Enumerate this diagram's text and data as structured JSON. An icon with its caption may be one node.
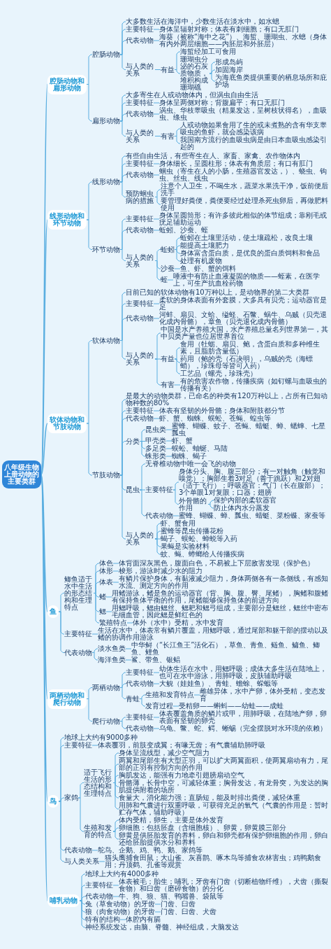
{
  "diagram": {
    "nodes": [
      {
        "text": [
          "八年级生物上册动物的主要类群"
        ]
      },
      {
        "text": [
          "腔肠动物和扁形动物"
        ]
      },
      {
        "text": [
          "腔肠动物"
        ]
      },
      {
        "text": [
          "大多数生活在海洋中，少数生活在淡水中，如水螅"
        ]
      },
      {
        "text": [
          "主要特征"
        ]
      },
      {
        "text": [
          "身体呈辐射对称；体表有刺细胞；有口无肛门"
        ]
      },
      {
        "text": [
          "代表动物"
        ]
      },
      {
        "text": [
          "海葵（被称“海中之花”）、海蜇、珊瑚虫、水螅（身体有内外两层细胞——内胚层和外胚层）"
        ]
      },
      {
        "text": [
          "与人类的关系"
        ]
      },
      {
        "text": [
          "有益"
        ]
      },
      {
        "text": [
          "海蜇经加工可食用"
        ]
      },
      {
        "text": [
          "珊瑚虫分泌的石灰质物质，堆积构成珊瑚礁"
        ]
      },
      {
        "text": [
          "形成岛屿"
        ]
      },
      {
        "text": [
          "加固海岸"
        ]
      },
      {
        "text": [
          "为海底鱼类提供重要的栖息场所和庇护场"
        ]
      },
      {
        "text": [
          "扁形动物"
        ]
      },
      {
        "text": [
          "大多寄生在人或动物体内，但涡虫自由生活"
        ]
      },
      {
        "text": [
          "主要特征"
        ]
      },
      {
        "text": [
          "身体呈两侧对称；背腹扁平；有口无肛门"
        ]
      },
      {
        "text": [
          "代表动物"
        ]
      },
      {
        "text": [
          "涡虫、华枝睾吸虫（精巢发达，呈树枝状得名），血吸虫、绦虫"
        ]
      },
      {
        "text": [
          "与人类的关系"
        ]
      },
      {
        "text": [
          "有害"
        ]
      },
      {
        "text": [
          "人或动物如果食用了生的或未煮熟的含有华支睾吸虫的鱼虾，就会感染该病"
        ]
      },
      {
        "text": [
          "我国南方流行的血吸虫病是由日本血吸虫感染引起的"
        ]
      },
      {
        "text": [
          "线形动物和环节动物"
        ]
      },
      {
        "text": [
          "线形动物"
        ]
      },
      {
        "text": [
          "有些自由生活，有些寄生在人、家畜、家禽、农作物体内"
        ]
      },
      {
        "text": [
          "主要特征"
        ]
      },
      {
        "text": [
          "身体细长，呈圆柱形；体表有角质层；有口有肛门"
        ]
      },
      {
        "text": [
          "代表动物"
        ]
      },
      {
        "text": [
          "蛔虫（寄生在人的小肠，生殖器官发达，）、蛲虫、钩虫、丝虫、线虫"
        ]
      },
      {
        "text": [
          "预防蛔虫病的措施"
        ]
      },
      {
        "text": [
          "注意个人卫生，不喝生水，蔬菜水果洗干净，饭前便后洗手"
        ]
      },
      {
        "text": [
          "要管理好粪便，粪便要经过处理杀死虫卵后，再做肥料使用"
        ]
      },
      {
        "text": [
          "环节动物"
        ]
      },
      {
        "text": [
          "主要特征"
        ]
      },
      {
        "text": [
          "身体呈圆筒形；有许多彼此相似的体节组成；靠刚毛或疣足辅助运动"
        ]
      },
      {
        "text": [
          "代表动物"
        ]
      },
      {
        "text": [
          "蚯蚓、沙蚕、蛭"
        ]
      },
      {
        "text": [
          "与人类的关系"
        ]
      },
      {
        "text": [
          "蚯蚓"
        ]
      },
      {
        "text": [
          "蚯蚓在土壤里活动，使土壤疏松，改良土壤"
        ]
      },
      {
        "text": [
          "能提高土壤肥力"
        ]
      },
      {
        "text": [
          "身体富含蛋白质，是优良的蛋白质饲料和食品"
        ]
      },
      {
        "text": [
          "处理有机废物"
        ]
      },
      {
        "text": [
          "沙蚕"
        ]
      },
      {
        "text": [
          "鱼、虾、蟹的饵料"
        ]
      },
      {
        "text": [
          "蛭"
        ]
      },
      {
        "text": [
          "唾液中有防止血液凝固的物质——蛭素，在医学上，可生产抗血栓药物"
        ]
      },
      {
        "text": [
          "软体动物和节肢动物"
        ]
      },
      {
        "text": [
          "软体动物"
        ]
      },
      {
        "text": [
          "目前已知的软体动物有10万种以上，是动物界的第二大类群"
        ]
      },
      {
        "text": [
          "主要特征"
        ]
      },
      {
        "text": [
          "柔软的身体表面有外套膜，大多具有贝壳；运动器官是足"
        ]
      },
      {
        "text": [
          "代表动物"
        ]
      },
      {
        "text": [
          "河蚌、扇贝、文蛤、缢蛏、石鳖、蜗牛、乌贼（贝壳退化成内骨骼），章鱼（贝壳退化成内骨骼）"
        ]
      },
      {
        "text": [
          "与人类的关系"
        ]
      },
      {
        "text": [
          "中国是水产养殖大国，水产养殖总量名列世界第一，其中贝类产量也位居世界首位"
        ]
      },
      {
        "text": [
          "有益"
        ]
      },
      {
        "text": [
          "食用（牡蛎、扇贝、鲍，含蛋白质和多种维生素，且脂肪含量低）"
        ]
      },
      {
        "text": [
          "药用（鲍的壳（石决明），乌贼的壳（海螵蛸），珍珠母等皆可入药）"
        ]
      },
      {
        "text": [
          "工艺品（螺壳，珍珠壳）"
        ]
      },
      {
        "text": [
          "有害"
        ]
      },
      {
        "text": [
          "有的危害农作物，传播疾病（如钉螺与血吸虫的传播有关）"
        ]
      },
      {
        "text": [
          "节肢动物"
        ]
      },
      {
        "text": [
          "是最大的动物类群，已命名的种类有120万种以上，占所有已知动物种数的80%"
        ]
      },
      {
        "text": [
          "主要特征"
        ]
      },
      {
        "text": [
          "体表有坚韧的外骨骼；身体和附肢都分节"
        ]
      },
      {
        "text": [
          "代表动物"
        ]
      },
      {
        "text": [
          "虾、蟹、蜘蛛、蜈蚣、苍蝇、蝗虫等"
        ]
      },
      {
        "text": [
          "分类"
        ]
      },
      {
        "text": [
          "昆虫类"
        ]
      },
      {
        "text": [
          "蜜蜂、蝴蝶、蚊子、苍蝇、蜻蜓、蝉、蟋蟀、七星瓢虫"
        ]
      },
      {
        "text": [
          "甲壳类"
        ]
      },
      {
        "text": [
          "虾、蟹"
        ]
      },
      {
        "text": [
          "多足类"
        ]
      },
      {
        "text": [
          "蜈蚣、蚰蜒、马陆"
        ]
      },
      {
        "text": [
          "蛛形类"
        ]
      },
      {
        "text": [
          "蜘蛛、蝎子"
        ]
      },
      {
        "text": [
          "昆虫"
        ]
      },
      {
        "text": [
          "无脊椎动物中唯一会飞的动物"
        ]
      },
      {
        "text": [
          "主要特征"
        ]
      },
      {
        "text": [
          "身体分头、胸、腹三部分；有一对触角（触觉和嗅觉）；胸部生着3对足（善于跳跃）和2对翅（适于飞行）；呼吸器官：气门（长在腹部）；3个单眼1对复眼；口器；翅膀"
        ]
      },
      {
        "text": [
          "外骨骼的作用"
        ]
      },
      {
        "text": [
          "保护内部的柔软器官"
        ]
      },
      {
        "text": [
          "防止体内水分蒸发"
        ]
      },
      {
        "text": [
          "代表动物"
        ]
      },
      {
        "text": [
          "蜜蜂、蝴蝶、蝉、瓢虫、蜻蜓、菜粉蝶、家蚕等"
        ]
      },
      {
        "text": [
          "与人类的关系"
        ]
      },
      {
        "text": [
          "虾、蟹食用"
        ]
      },
      {
        "text": [
          "蜜蜂等昆虫传播花粉"
        ]
      },
      {
        "text": [
          "蝎子、蜈蚣、蝉蜕等入药"
        ]
      },
      {
        "text": [
          "果蝇是实验材料"
        ]
      },
      {
        "text": [
          "蚊、蝇、蟑螂给人传播疾病"
        ]
      },
      {
        "text": [
          "鱼"
        ]
      },
      {
        "text": [
          "鲫鱼适于水中生活的形态结构和生理特点"
        ]
      },
      {
        "text": [
          "体色"
        ]
      },
      {
        "text": [
          "体背面深灰黑色，腹面白色，不易被上下层敌害发现（保护色）"
        ]
      },
      {
        "text": [
          "体形"
        ]
      },
      {
        "text": [
          "梭形，游泳时减少水的阻力"
        ]
      },
      {
        "text": [
          "体表"
        ]
      },
      {
        "text": [
          "有鳞片保护身体，有黏液减少阻力，身体两侧各有一条侧线，有感知水流、测定方向的作用"
        ]
      },
      {
        "text": [
          "鳍"
        ]
      },
      {
        "text": [
          "用鳍游泳，鳍是鱼的运动器官（背、胸、腹、臀、尾鳍），胸鳍和腹鳍有保持鱼体平衡的作用，尾鳍能够保持鱼体的前进方向"
        ]
      },
      {
        "text": [
          "鳃"
        ]
      },
      {
        "text": [
          "用鳃呼吸，鳃由鳃丝、鳃耙和鳃弓组成，主要部分是鳃丝，鳃丝中密布毛细血管，因此鳃是鲜红色的"
        ]
      },
      {
        "text": [
          "繁殖特点"
        ]
      },
      {
        "text": [
          "体外（水中）受精，水中发育"
        ]
      },
      {
        "text": [
          "主要特征"
        ]
      },
      {
        "text": [
          "生活在水中，体表常有鳞片覆盖，用鳃呼吸，通过尾部和躯干部的摆动以及鳍的协调作用游泳"
        ]
      },
      {
        "text": [
          "代表动物"
        ]
      },
      {
        "text": [
          "淡水鱼类"
        ]
      },
      {
        "text": [
          "中华鲟（“长江鱼王”活化石），草鱼、青鱼、鲢鱼、鳙鱼、鲫鱼、鲤鱼"
        ]
      },
      {
        "text": [
          "海洋鱼类"
        ]
      },
      {
        "text": [
          "鲨、带鱼、银鲳"
        ]
      },
      {
        "text": [
          "两栖动物和爬行动物"
        ]
      },
      {
        "text": [
          "两栖动物"
        ]
      },
      {
        "text": [
          "主要特征"
        ]
      },
      {
        "text": [
          "幼体生活在水中，用鳃呼吸；成体大多生活在陆地上，也可在水中游泳，用肺呼吸，皮肤辅助呼吸"
        ]
      },
      {
        "text": [
          "代表动物"
        ]
      },
      {
        "text": [
          "大鲵（娃娃鱼）、青蛙、蟾蜍、蝾螈等"
        ]
      },
      {
        "text": [
          "青蛙"
        ]
      },
      {
        "text": [
          "生殖和发育特点"
        ]
      },
      {
        "text": [
          "雌雄异体，水中产卵，体外受精，变态发育"
        ]
      },
      {
        "text": [
          "发育过程"
        ]
      },
      {
        "text": [
          "受精卵——蝌蚪——幼蛙——成蛙"
        ]
      },
      {
        "text": [
          "爬行动物"
        ]
      },
      {
        "text": [
          "主要特征"
        ]
      },
      {
        "text": [
          "体表覆盖角质的鳞片或甲，用肺呼吸，在陆地产卵，卵表面有坚韧的卵壳"
        ]
      },
      {
        "text": [
          "代表动物"
        ]
      },
      {
        "text": [
          "乌龟、鳖、蛇、鳄、蜥蜴（完全摆脱对水环境的依赖）"
        ]
      },
      {
        "text": [
          "鸟"
        ]
      },
      {
        "text": [
          "地球上大约有9000多种"
        ]
      },
      {
        "text": [
          "主要特征"
        ]
      },
      {
        "text": [
          "体表覆羽，前肢变成翼；有喙无齿；有气囊辅助肺呼吸"
        ]
      },
      {
        "text": [
          "家鸽"
        ]
      },
      {
        "text": [
          "适于飞行生活的形态结构和生理特点"
        ]
      },
      {
        "text": [
          "身体呈流线型，减少空气阻力"
        ]
      },
      {
        "text": [
          "两翼和尾部生有大型正羽，可以扩大两翼面积，使两翼扇动有力，尾部的正羽有控制方向的作用"
        ]
      },
      {
        "text": [
          "胸肌发达，能强有力地牵引翅膀扇动空气"
        ]
      },
      {
        "text": [
          "骨骼薄，长骨中空，可减轻体重；胸骨发达，有龙骨突，为发达的胸肌提供附着的场所"
        ]
      },
      {
        "text": [
          "食量大，消化能力强；直肠短，能及时排出粪便，减轻体重"
        ]
      },
      {
        "text": [
          "用肺和气囊进行双重呼吸，可获得充足的氧气（气囊的作用是：暂时贮存气体，辅助呼吸）"
        ]
      },
      {
        "text": [
          "生殖和发育的特点"
        ]
      },
      {
        "text": [
          "体内受精，卵生，主要是体外发育"
        ]
      },
      {
        "text": [
          "卵细胞：包括胚盘（含细胞核）、卵黄，卵黄膜三部分"
        ]
      },
      {
        "text": [
          "卵黄是供胚胎发育的养料，卵白和卵壳都有保护卵细胞的作用，卵白还给胚胎提供水分和养料"
        ]
      },
      {
        "text": [
          "代表动物"
        ]
      },
      {
        "text": [
          "鸵鸟、企鹅、鸡、鸭、鹅、家鸽等"
        ]
      },
      {
        "text": [
          "与人类关系"
        ]
      },
      {
        "text": [
          "猫头鹰捕食田鼠；大山雀、灰喜鹊、啄木鸟等捕食农林害虫；鸡鸭鹅食用；丹顶鹤、孔雀等观赏"
        ]
      },
      {
        "text": [
          "哺乳动物"
        ]
      },
      {
        "text": [
          "地球上大约有4000多种"
        ]
      },
      {
        "text": [
          "主要特征"
        ]
      },
      {
        "text": [
          "体表被毛；胎生；哺乳；牙齿有门齿（切断植物纤维），犬齿（撕裂食物）和臼齿（磨碎食物）的分化"
        ]
      },
      {
        "text": [
          "代表动物"
        ]
      },
      {
        "text": [
          "牛、狗、狼、猫、鸭嘴兽、袋鼠等"
        ]
      },
      {
        "text": [
          "兔（草食动物）的牙齿"
        ]
      },
      {
        "text": [
          "门齿、臼齿"
        ]
      },
      {
        "text": [
          "狼（肉食动物）的牙齿"
        ]
      },
      {
        "text": [
          "门齿、臼齿、犬齿"
        ]
      },
      {
        "text": [
          "特有的结构"
        ]
      },
      {
        "text": [
          "体腔内有膈"
        ]
      },
      {
        "text": [
          "神经系统发达，由脑、脊髓、神经组成，大脑发达"
        ]
      }
    ],
    "edges": [
      {
        "from": 0,
        "to": 1,
        "arrow": "none"
      },
      {
        "from": 1,
        "to": 2,
        "arrow": "none"
      },
      {
        "from": 2,
        "to": 3,
        "arrow": "none"
      },
      {
        "from": 2,
        "to": 4,
        "arrow": "none"
      },
      {
        "from": 4,
        "to": 5,
        "arrow": "none"
      },
      {
        "from": 2,
        "to": 6,
        "arrow": "none"
      },
      {
        "from": 6,
        "to": 7,
        "arrow": "none"
      },
      {
        "from": 2,
        "to": 8,
        "arrow": "none"
      },
      {
        "from": 8,
        "to": 9,
        "arrow": "none"
      },
      {
        "from": 9,
        "to": 10,
        "arrow": "none"
      },
      {
        "from": 9,
        "to": 11,
        "arrow": "none"
      },
      {
        "from": 11,
        "to": 12,
        "arrow": "none"
      },
      {
        "from": 11,
        "to": 13,
        "arrow": "none"
      },
      {
        "from": 11,
        "to": 14,
        "arrow": "none"
      },
      {
        "from": 1,
        "to": 15,
        "arrow": "none"
      },
      {
        "from": 15,
        "to": 16,
        "arrow": "none"
      },
      {
        "from": 15,
        "to": 17,
        "arrow": "none"
      },
      {
        "from": 17,
        "to": 18,
        "arrow": "none"
      },
      {
        "from": 15,
        "to": 19,
        "arrow": "none"
      },
      {
        "from": 19,
        "to": 20,
        "arrow": "none"
      },
      {
        "from": 15,
        "to": 21,
        "arrow": "none"
      },
      {
        "from": 21,
        "to": 22,
        "arrow": "none"
      },
      {
        "from": 22,
        "to": 23,
        "arrow": "none"
      },
      {
        "from": 22,
        "to": 24,
        "arrow": "none"
      },
      {
        "from": 0,
        "to": 25,
        "arrow": "none"
      },
      {
        "from": 25,
        "to": 26,
        "arrow": "none"
      },
      {
        "from": 26,
        "to": 27,
        "arrow": "none"
      },
      {
        "from": 26,
        "to": 28,
        "arrow": "none"
      },
      {
        "from": 28,
        "to": 29,
        "arrow": "none"
      },
      {
        "from": 26,
        "to": 30,
        "arrow": "none"
      },
      {
        "from": 30,
        "to": 31,
        "arrow": "none"
      },
      {
        "from": 26,
        "to": 32,
        "arrow": "none"
      },
      {
        "from": 32,
        "to": 33,
        "arrow": "none"
      },
      {
        "from": 32,
        "to": 34,
        "arrow": "none"
      },
      {
        "from": 25,
        "to": 35,
        "arrow": "none"
      },
      {
        "from": 35,
        "to": 36,
        "arrow": "none"
      },
      {
        "from": 36,
        "to": 37,
        "arrow": "none"
      },
      {
        "from": 35,
        "to": 38,
        "arrow": "none"
      },
      {
        "from": 38,
        "to": 39,
        "arrow": "none"
      },
      {
        "from": 35,
        "to": 40,
        "arrow": "none"
      },
      {
        "from": 40,
        "to": 41,
        "arrow": "none"
      },
      {
        "from": 41,
        "to": 42,
        "arrow": "none"
      },
      {
        "from": 41,
        "to": 43,
        "arrow": "none"
      },
      {
        "from": 41,
        "to": 44,
        "arrow": "none"
      },
      {
        "from": 41,
        "to": 45,
        "arrow": "none"
      },
      {
        "from": 40,
        "to": 46,
        "arrow": "none"
      },
      {
        "from": 46,
        "to": 47,
        "arrow": "none"
      },
      {
        "from": 40,
        "to": 48,
        "arrow": "none"
      },
      {
        "from": 48,
        "to": 49,
        "arrow": "none"
      },
      {
        "from": 0,
        "to": 50,
        "arrow": "none"
      },
      {
        "from": 50,
        "to": 51,
        "arrow": "none"
      },
      {
        "from": 51,
        "to": 52,
        "arrow": "none"
      },
      {
        "from": 51,
        "to": 53,
        "arrow": "none"
      },
      {
        "from": 53,
        "to": 54,
        "arrow": "none"
      },
      {
        "from": 51,
        "to": 55,
        "arrow": "none"
      },
      {
        "from": 55,
        "to": 56,
        "arrow": "none"
      },
      {
        "from": 51,
        "to": 57,
        "arrow": "none"
      },
      {
        "from": 57,
        "to": 58,
        "arrow": "none"
      },
      {
        "from": 57,
        "to": 59,
        "arrow": "none"
      },
      {
        "from": 59,
        "to": 60,
        "arrow": "none"
      },
      {
        "from": 59,
        "to": 61,
        "arrow": "none"
      },
      {
        "from": 59,
        "to": 62,
        "arrow": "none"
      },
      {
        "from": 57,
        "to": 63,
        "arrow": "none"
      },
      {
        "from": 63,
        "to": 64,
        "arrow": "none"
      },
      {
        "from": 50,
        "to": 65,
        "arrow": "none"
      },
      {
        "from": 65,
        "to": 66,
        "arrow": "none"
      },
      {
        "from": 65,
        "to": 67,
        "arrow": "none"
      },
      {
        "from": 67,
        "to": 68,
        "arrow": "none"
      },
      {
        "from": 65,
        "to": 69,
        "arrow": "none"
      },
      {
        "from": 69,
        "to": 70,
        "arrow": "none"
      },
      {
        "from": 65,
        "to": 71,
        "arrow": "none"
      },
      {
        "from": 71,
        "to": 72,
        "arrow": "none"
      },
      {
        "from": 72,
        "to": 73,
        "arrow": "none"
      },
      {
        "from": 71,
        "to": 74,
        "arrow": "none"
      },
      {
        "from": 74,
        "to": 75,
        "arrow": "none"
      },
      {
        "from": 71,
        "to": 76,
        "arrow": "none"
      },
      {
        "from": 76,
        "to": 77,
        "arrow": "none"
      },
      {
        "from": 71,
        "to": 78,
        "arrow": "none"
      },
      {
        "from": 78,
        "to": 79,
        "arrow": "none"
      },
      {
        "from": 65,
        "to": 80,
        "arrow": "none"
      },
      {
        "from": 80,
        "to": 81,
        "arrow": "none"
      },
      {
        "from": 80,
        "to": 82,
        "arrow": "none"
      },
      {
        "from": 82,
        "to": 83,
        "arrow": "none"
      },
      {
        "from": 82,
        "to": 84,
        "arrow": "none"
      },
      {
        "from": 84,
        "to": 85,
        "arrow": "none"
      },
      {
        "from": 84,
        "to": 86,
        "arrow": "none"
      },
      {
        "from": 80,
        "to": 87,
        "arrow": "none"
      },
      {
        "from": 87,
        "to": 88,
        "arrow": "none"
      },
      {
        "from": 65,
        "to": 89,
        "arrow": "none"
      },
      {
        "from": 89,
        "to": 90,
        "arrow": "none"
      },
      {
        "from": 89,
        "to": 91,
        "arrow": "none"
      },
      {
        "from": 89,
        "to": 92,
        "arrow": "none"
      },
      {
        "from": 89,
        "to": 93,
        "arrow": "none"
      },
      {
        "from": 89,
        "to": 94,
        "arrow": "none"
      },
      {
        "from": 0,
        "to": 95,
        "arrow": "none"
      },
      {
        "from": 95,
        "to": 96,
        "arrow": "none"
      },
      {
        "from": 96,
        "to": 97,
        "arrow": "none"
      },
      {
        "from": 97,
        "to": 98,
        "arrow": "none"
      },
      {
        "from": 96,
        "to": 99,
        "arrow": "none"
      },
      {
        "from": 99,
        "to": 100,
        "arrow": "none"
      },
      {
        "from": 96,
        "to": 101,
        "arrow": "none"
      },
      {
        "from": 101,
        "to": 102,
        "arrow": "none"
      },
      {
        "from": 96,
        "to": 103,
        "arrow": "none"
      },
      {
        "from": 103,
        "to": 104,
        "arrow": "none"
      },
      {
        "from": 96,
        "to": 105,
        "arrow": "none"
      },
      {
        "from": 105,
        "to": 106,
        "arrow": "none"
      },
      {
        "from": 96,
        "to": 107,
        "arrow": "none"
      },
      {
        "from": 107,
        "to": 108,
        "arrow": "none"
      },
      {
        "from": 95,
        "to": 109,
        "arrow": "none"
      },
      {
        "from": 109,
        "to": 110,
        "arrow": "none"
      },
      {
        "from": 95,
        "to": 111,
        "arrow": "none"
      },
      {
        "from": 111,
        "to": 112,
        "arrow": "none"
      },
      {
        "from": 112,
        "to": 113,
        "arrow": "none"
      },
      {
        "from": 111,
        "to": 114,
        "arrow": "none"
      },
      {
        "from": 114,
        "to": 115,
        "arrow": "none"
      },
      {
        "from": 0,
        "to": 116,
        "arrow": "none"
      },
      {
        "from": 116,
        "to": 117,
        "arrow": "none"
      },
      {
        "from": 117,
        "to": 118,
        "arrow": "none"
      },
      {
        "from": 118,
        "to": 119,
        "arrow": "none"
      },
      {
        "from": 117,
        "to": 120,
        "arrow": "none"
      },
      {
        "from": 120,
        "to": 121,
        "arrow": "none"
      },
      {
        "from": 117,
        "to": 122,
        "arrow": "none"
      },
      {
        "from": 122,
        "to": 123,
        "arrow": "none"
      },
      {
        "from": 123,
        "to": 124,
        "arrow": "none"
      },
      {
        "from": 122,
        "to": 125,
        "arrow": "none"
      },
      {
        "from": 125,
        "to": 126,
        "arrow": "none"
      },
      {
        "from": 116,
        "to": 127,
        "arrow": "none"
      },
      {
        "from": 127,
        "to": 128,
        "arrow": "none"
      },
      {
        "from": 128,
        "to": 129,
        "arrow": "none"
      },
      {
        "from": 127,
        "to": 130,
        "arrow": "none"
      },
      {
        "from": 130,
        "to": 131,
        "arrow": "none"
      },
      {
        "from": 0,
        "to": 132,
        "arrow": "none"
      },
      {
        "from": 132,
        "to": 133,
        "arrow": "none"
      },
      {
        "from": 132,
        "to": 134,
        "arrow": "none"
      },
      {
        "from": 134,
        "to": 135,
        "arrow": "none"
      },
      {
        "from": 132,
        "to": 136,
        "arrow": "none"
      },
      {
        "from": 136,
        "to": 137,
        "arrow": "none"
      },
      {
        "from": 137,
        "to": 138,
        "arrow": "none"
      },
      {
        "from": 137,
        "to": 139,
        "arrow": "none"
      },
      {
        "from": 137,
        "to": 140,
        "arrow": "none"
      },
      {
        "from": 137,
        "to": 141,
        "arrow": "none"
      },
      {
        "from": 137,
        "to": 142,
        "arrow": "none"
      },
      {
        "from": 137,
        "to": 143,
        "arrow": "none"
      },
      {
        "from": 136,
        "to": 144,
        "arrow": "none"
      },
      {
        "from": 144,
        "to": 145,
        "arrow": "none"
      },
      {
        "from": 144,
        "to": 146,
        "arrow": "none"
      },
      {
        "from": 144,
        "to": 147,
        "arrow": "none"
      },
      {
        "from": 132,
        "to": 148,
        "arrow": "none"
      },
      {
        "from": 148,
        "to": 149,
        "arrow": "none"
      },
      {
        "from": 132,
        "to": 150,
        "arrow": "none"
      },
      {
        "from": 150,
        "to": 151,
        "arrow": "none"
      },
      {
        "from": 0,
        "to": 152,
        "arrow": "none"
      },
      {
        "from": 152,
        "to": 153,
        "arrow": "none"
      },
      {
        "from": 152,
        "to": 154,
        "arrow": "none"
      },
      {
        "from": 154,
        "to": 155,
        "arrow": "none"
      },
      {
        "from": 152,
        "to": 156,
        "arrow": "none"
      },
      {
        "from": 156,
        "to": 157,
        "arrow": "none"
      },
      {
        "from": 152,
        "to": 158,
        "arrow": "none"
      },
      {
        "from": 158,
        "to": 159,
        "arrow": "none"
      },
      {
        "from": 152,
        "to": 160,
        "arrow": "none"
      },
      {
        "from": 160,
        "to": 161,
        "arrow": "none"
      },
      {
        "from": 152,
        "to": 162,
        "arrow": "none"
      },
      {
        "from": 162,
        "to": 163,
        "arrow": "none"
      },
      {
        "from": 152,
        "to": 164,
        "arrow": "none"
      }
    ]
  }
}
